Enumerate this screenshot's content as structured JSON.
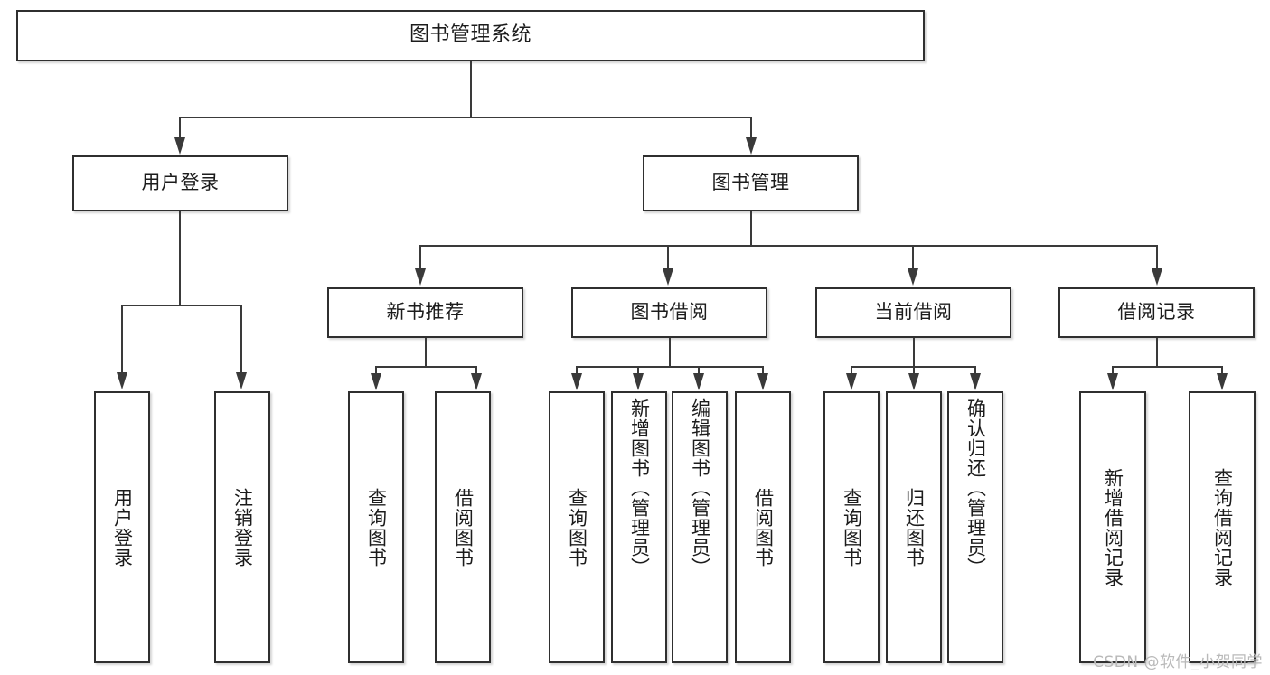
{
  "diagram": {
    "title": "图书管理系统",
    "type": "tree",
    "watermark": "CSDN @软件_小贺同学",
    "colors": {
      "background": "#ffffff",
      "stroke": "#2f2f2f",
      "connector": "#3a3a3a",
      "text": "#1c1c1c",
      "watermark": "#b9b9b9"
    },
    "nodes": {
      "root": {
        "label": "图书管理系统"
      },
      "level1": [
        {
          "label": "用户登录"
        },
        {
          "label": "图书管理"
        }
      ],
      "level2": [
        {
          "label": "新书推荐"
        },
        {
          "label": "图书借阅"
        },
        {
          "label": "当前借阅"
        },
        {
          "label": "借阅记录"
        }
      ],
      "leaves": {
        "user_login": [
          {
            "label": "用户登录"
          },
          {
            "label": "注销登录"
          }
        ],
        "new_book": [
          {
            "label": "查询图书"
          },
          {
            "label": "借阅图书"
          }
        ],
        "borrow": [
          {
            "label": "查询图书"
          },
          {
            "label": "新增图书（管理员）"
          },
          {
            "label": "编辑图书（管理员）"
          },
          {
            "label": "借阅图书"
          }
        ],
        "current": [
          {
            "label": "查询图书"
          },
          {
            "label": "归还图书"
          },
          {
            "label": "确认归还（管理员）"
          }
        ],
        "records": [
          {
            "label": "新增借阅记录"
          },
          {
            "label": "查询借阅记录"
          }
        ]
      }
    }
  }
}
